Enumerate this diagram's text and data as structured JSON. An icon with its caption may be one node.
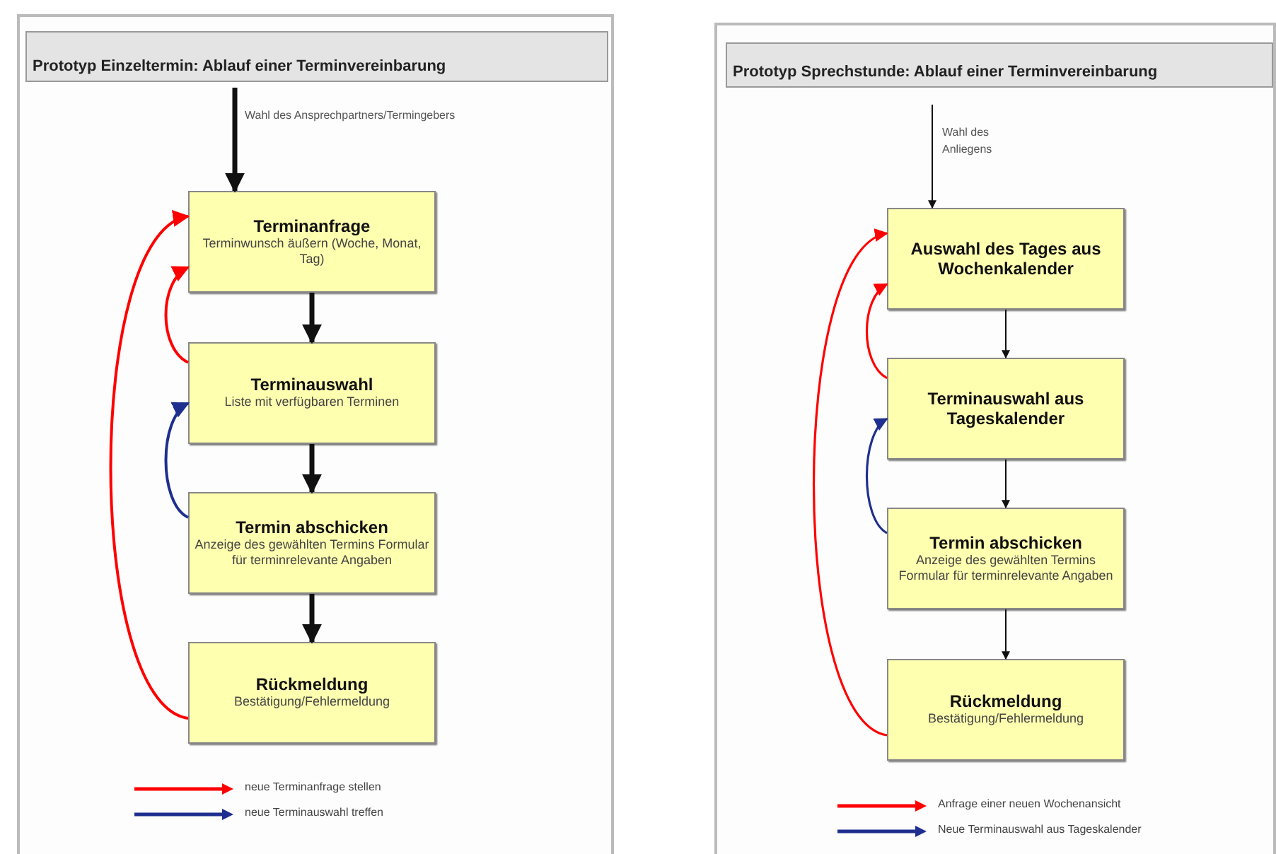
{
  "diagram": {
    "nodes": [
      {
        "text": [
          "Prototyp Einzeltermin: Ablauf einer Terminvereinbarung"
        ]
      },
      {
        "text": [
          "Terminanfrage",
          "Terminwunsch äußern (Woche, Monat, Tag)"
        ],
        "in": 0
      },
      {
        "text": [
          "Terminauswahl",
          "Liste mit verfügbaren Terminen"
        ],
        "in": 0
      },
      {
        "text": [
          "Termin abschicken",
          "Anzeige des gewählten Termins Formular für terminrelevante Angaben"
        ],
        "in": 0
      },
      {
        "text": [
          "Rückmeldung",
          "Bestätigung/Fehlermeldung"
        ],
        "in": 0
      },
      {
        "text": [
          "Prototyp Sprechstunde: Ablauf einer Terminvereinbarung"
        ]
      },
      {
        "text": [
          "Auswahl des Tages aus Wochenkalender"
        ],
        "in": 5
      },
      {
        "text": [
          "Terminauswahl aus Tageskalender"
        ],
        "in": 5
      },
      {
        "text": [
          "Termin abschicken",
          "Anzeige des gewählten Termins Formular für terminrelevante Angaben"
        ],
        "in": 5
      },
      {
        "text": [
          "Rückmeldung",
          "Bestätigung/Fehlermeldung"
        ],
        "in": 5
      }
    ],
    "edges": [
      {
        "from": null,
        "to": 1,
        "arrow": "to",
        "label": "Wahl des Ansprechpartners/Termingebers",
        "style": "thick"
      },
      {
        "from": 1,
        "to": 2,
        "arrow": "to",
        "style": "thick"
      },
      {
        "from": 2,
        "to": 3,
        "arrow": "to",
        "style": "thick"
      },
      {
        "from": 3,
        "to": 4,
        "arrow": "to",
        "style": "thick"
      },
      {
        "from": 2,
        "to": 1,
        "arrow": "to",
        "color": "#ff0000"
      },
      {
        "from": 4,
        "to": 1,
        "arrow": "to",
        "color": "#ff0000"
      },
      {
        "from": 3,
        "to": 2,
        "arrow": "to",
        "color": "#1f2f8f"
      },
      {
        "from": null,
        "to": 6,
        "arrow": "to",
        "label": "Wahl des Anliegens"
      },
      {
        "from": 6,
        "to": 7,
        "arrow": "to"
      },
      {
        "from": 7,
        "to": 8,
        "arrow": "to"
      },
      {
        "from": 8,
        "to": 9,
        "arrow": "to"
      },
      {
        "from": 7,
        "to": 6,
        "arrow": "to",
        "color": "#ff0000"
      },
      {
        "from": 9,
        "to": 6,
        "arrow": "to",
        "color": "#ff0000"
      },
      {
        "from": 8,
        "to": 7,
        "arrow": "to",
        "color": "#1f2f8f"
      }
    ],
    "legend": [
      {
        "text": "neue Terminanfrage stellen",
        "color": "#ff0000"
      },
      {
        "text": "neue Terminauswahl treffen",
        "color": "#1f2f8f"
      },
      {
        "text": "Anfrage einer neuen Wochenansicht",
        "color": "#ff0000"
      },
      {
        "text": "Neue Terminauswahl aus Tageskalender",
        "color": "#1f2f8f"
      }
    ]
  }
}
